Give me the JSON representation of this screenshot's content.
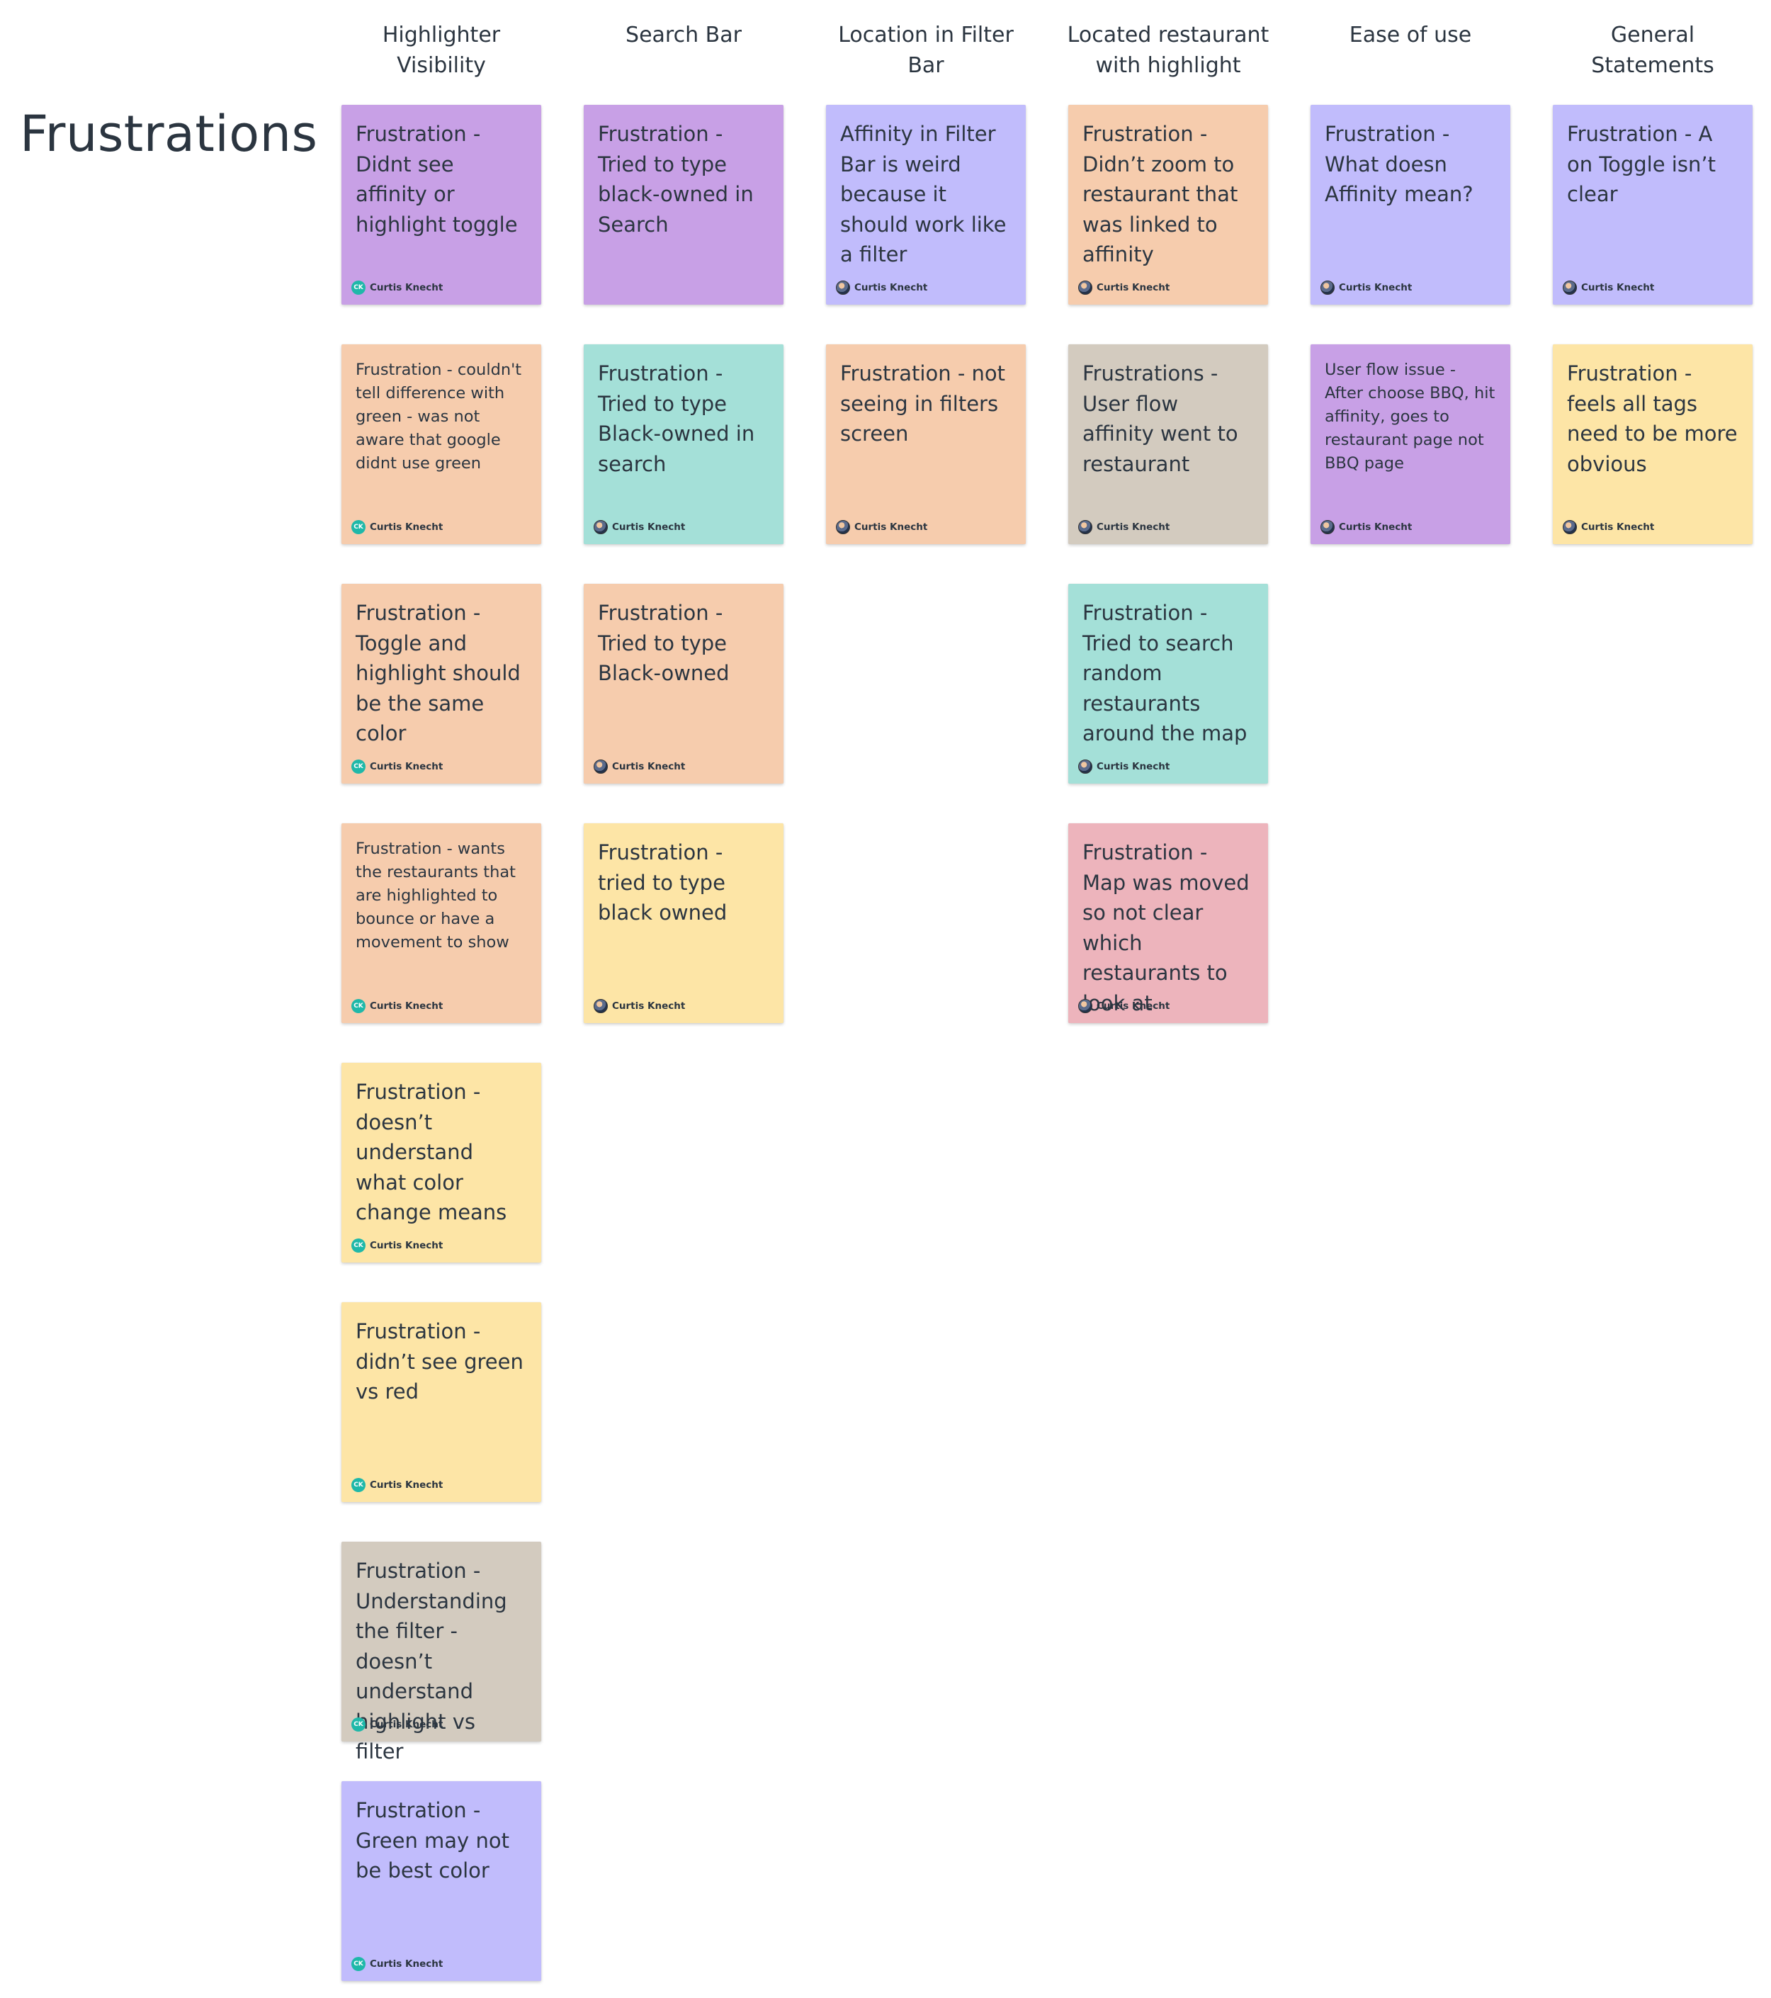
{
  "board": {
    "title": "Frustrations",
    "colors": {
      "purple": "#c8a0e6",
      "lavender": "#c1bcfc",
      "peach": "#f6ccad",
      "teal": "#a4e0d8",
      "beige": "#d3cbbf",
      "yellow": "#fde5a6",
      "pink": "#edb4bc"
    }
  },
  "columns": [
    {
      "header": "Highlighter Visibility",
      "notes": [
        {
          "text": "Frustration - Didnt see affinity or highlight toggle",
          "color": "#c8a0e6",
          "author": "Curtis Knecht",
          "avatar": "CK",
          "small": false
        },
        {
          "text": "Frustration - couldn't tell difference with green - was not aware that google didnt use green",
          "color": "#f6ccad",
          "author": "Curtis Knecht",
          "avatar": "CK",
          "small": true
        },
        {
          "text": "Frustration - Toggle and highlight should be the same color",
          "color": "#f6ccad",
          "author": "Curtis Knecht",
          "avatar": "CK",
          "small": false
        },
        {
          "text": "Frustration - wants the restaurants that are highlighted to bounce or have a movement to show",
          "color": "#f6ccad",
          "author": "Curtis Knecht",
          "avatar": "CK",
          "small": true
        },
        {
          "text": "Frustration - doesn’t understand what color change means",
          "color": "#fde5a6",
          "author": "Curtis Knecht",
          "avatar": "CK",
          "small": false
        },
        {
          "text": "Frustration - didn’t see green vs red",
          "color": "#fde5a6",
          "author": "Curtis Knecht",
          "avatar": "CK",
          "small": false
        },
        {
          "text": "Frustration - Understanding the filter - doesn’t understand highlight vs filter",
          "color": "#d3cbbf",
          "author": "Curtis Knecht",
          "avatar": "CK",
          "small": false
        },
        {
          "text": "Frustration - Green may not be best color",
          "color": "#c1bcfc",
          "author": "Curtis Knecht",
          "avatar": "CK",
          "small": false
        }
      ]
    },
    {
      "header": "Search Bar",
      "notes": [
        {
          "text": "Frustration - Tried to type black-owned in Search",
          "color": "#c8a0e6",
          "author": "",
          "avatar": "",
          "small": false
        },
        {
          "text": "Frustration - Tried to type Black-owned in search",
          "color": "#a4e0d8",
          "author": "Curtis Knecht",
          "avatar": "photo",
          "small": false
        },
        {
          "text": "Frustration - Tried to type Black-owned",
          "color": "#f6ccad",
          "author": "Curtis Knecht",
          "avatar": "photo",
          "small": false
        },
        {
          "text": "Frustration - tried to type black owned",
          "color": "#fde5a6",
          "author": "Curtis Knecht",
          "avatar": "photo",
          "small": false
        }
      ]
    },
    {
      "header": "Location in Filter Bar",
      "notes": [
        {
          "text": "Affinity in Filter Bar is weird because it should work like a filter",
          "color": "#c1bcfc",
          "author": "Curtis Knecht",
          "avatar": "photo",
          "small": false
        },
        {
          "text": "Frustration - not seeing in filters screen",
          "color": "#f6ccad",
          "author": "Curtis Knecht",
          "avatar": "photo",
          "small": false
        }
      ]
    },
    {
      "header": "Located restaurant with highlight",
      "notes": [
        {
          "text": "Frustration - Didn’t zoom to restaurant that was linked to affinity",
          "color": "#f6ccad",
          "author": "Curtis Knecht",
          "avatar": "photo",
          "small": false
        },
        {
          "text": "Frustrations - User flow affinity went to restaurant",
          "color": "#d3cbbf",
          "author": "Curtis Knecht",
          "avatar": "photo",
          "small": false
        },
        {
          "text": "Frustration - Tried to search random restaurants around the map",
          "color": "#a4e0d8",
          "author": "Curtis Knecht",
          "avatar": "photo",
          "small": false
        },
        {
          "text": "Frustration - Map was moved so not clear which restaurants to look at",
          "color": "#edb4bc",
          "author": "Curtis Knecht",
          "avatar": "photo",
          "small": false
        }
      ]
    },
    {
      "header": "Ease of use",
      "notes": [
        {
          "text": "Frustration - What doesn Affinity mean?",
          "color": "#c1bcfc",
          "author": "Curtis Knecht",
          "avatar": "photo",
          "small": false
        },
        {
          "text": "User flow issue - After choose BBQ, hit affinity, goes to restaurant page not BBQ page",
          "color": "#c8a0e6",
          "author": "Curtis Knecht",
          "avatar": "photo",
          "small": true
        }
      ]
    },
    {
      "header": "General Statements",
      "notes": [
        {
          "text": "Frustration - A on Toggle isn’t clear",
          "color": "#c1bcfc",
          "author": "Curtis Knecht",
          "avatar": "photo",
          "small": false
        },
        {
          "text": "Frustration - feels all tags need to be more obvious",
          "color": "#fde5a6",
          "author": "Curtis Knecht",
          "avatar": "photo",
          "small": false
        }
      ]
    }
  ]
}
